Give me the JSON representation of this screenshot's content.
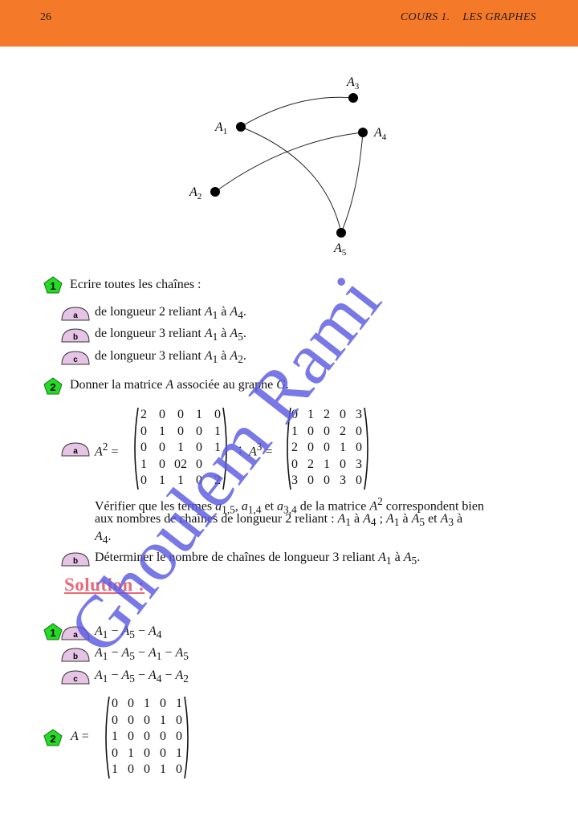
{
  "header": {
    "page_number": "26",
    "chapter": "COURS 1.",
    "chapter_title": "LES GRAPHES",
    "color": "#f47a2a"
  },
  "graph": {
    "vertices": [
      {
        "name": "A",
        "sub": "1"
      },
      {
        "name": "A",
        "sub": "2"
      },
      {
        "name": "A",
        "sub": "3"
      },
      {
        "name": "A",
        "sub": "4"
      },
      {
        "name": "A",
        "sub": "5"
      }
    ]
  },
  "q1": {
    "number": "1",
    "text": "Ecrire toutes les chaînes :",
    "items": [
      {
        "badge": "a",
        "pre": "de longueur 2 reliant ",
        "from": "A",
        "from_sub": "1",
        "mid": " à ",
        "to": "A",
        "to_sub": "4",
        "post": "."
      },
      {
        "badge": "b",
        "pre": "de longueur 3 reliant ",
        "from": "A",
        "from_sub": "1",
        "mid": " à ",
        "to": "A",
        "to_sub": "5",
        "post": "."
      },
      {
        "badge": "c",
        "pre": "de longueur 3 reliant ",
        "from": "A",
        "from_sub": "1",
        "mid": " à ",
        "to": "A",
        "to_sub": "2",
        "post": "."
      }
    ]
  },
  "q2": {
    "number": "2",
    "text_pre": "Donner la matrice ",
    "text_A": "A",
    "text_mid": " associée au graphe ",
    "text_G": "G",
    "text_post": ".",
    "a": {
      "badge": "a",
      "lhs": "A",
      "lhs_exp": "2",
      "eq": " =",
      "sep": ";",
      "lhs3": "A",
      "lhs3_exp": "3",
      "eq3": " =",
      "matrix_A2": [
        [
          "2",
          "0",
          "0",
          "1",
          "0"
        ],
        [
          "0",
          "1",
          "0",
          "0",
          "1"
        ],
        [
          "0",
          "0",
          "1",
          "0",
          "1"
        ],
        [
          "1",
          "0",
          "02",
          "0",
          ""
        ],
        [
          "0",
          "1",
          "1",
          "0",
          "2"
        ]
      ],
      "matrix_A3": [
        [
          "0",
          "1",
          "2",
          "0",
          "3"
        ],
        [
          "1",
          "0",
          "0",
          "2",
          "0"
        ],
        [
          "2",
          "0",
          "0",
          "1",
          "0"
        ],
        [
          "0",
          "2",
          "1",
          "0",
          "3"
        ],
        [
          "3",
          "0",
          "0",
          "3",
          "0"
        ]
      ],
      "verify_line1_pre": "Vérifier que les termes ",
      "verify_line1_t1": "a",
      "verify_line1_t1_sub": "1,5",
      "verify_line1_c1": ", ",
      "verify_line1_t2": "a",
      "verify_line1_t2_sub": "1,4",
      "verify_line1_c2": " et ",
      "verify_line1_t3": "a",
      "verify_line1_t3_sub": "3,4",
      "verify_line1_mid": " de la matrice ",
      "verify_line1_M": "A",
      "verify_line1_M_exp": "2",
      "verify_line1_post": " correspondent bien",
      "verify_line2_pre": "aux nombres de chaînes de longueur 2 reliant : ",
      "verify_line2_p1": "A",
      "verify_line2_p1s": "1",
      "verify_line2_a1": " à ",
      "verify_line2_p2": "A",
      "verify_line2_p2s": "4",
      "verify_line2_s1": " ; ",
      "verify_line2_p3": "A",
      "verify_line2_p3s": "1",
      "verify_line2_a2": " à ",
      "verify_line2_p4": "A",
      "verify_line2_p4s": "5",
      "verify_line2_et": " et ",
      "verify_line2_p5": "A",
      "verify_line2_p5s": "3",
      "verify_line2_a3": " à",
      "verify_line3": "A",
      "verify_line3_sub": "4",
      "verify_line3_post": "."
    },
    "b": {
      "badge": "b",
      "pre": "Déterminer le nombre de chaînes de longueur 3 reliant ",
      "from": "A",
      "from_sub": "1",
      "mid": " à ",
      "to": "A",
      "to_sub": "5",
      "post": "."
    }
  },
  "solution": {
    "title": "Solution :",
    "s1": {
      "number": "1",
      "items": [
        {
          "badge": "a",
          "chain": [
            [
              "A",
              "1"
            ],
            [
              "A",
              "5"
            ],
            [
              "A",
              "4"
            ]
          ]
        },
        {
          "badge": "b",
          "chain": [
            [
              "A",
              "1"
            ],
            [
              "A",
              "5"
            ],
            [
              "A",
              "1"
            ],
            [
              "A",
              "5"
            ]
          ]
        },
        {
          "badge": "c",
          "chain": [
            [
              "A",
              "1"
            ],
            [
              "A",
              "5"
            ],
            [
              "A",
              "4"
            ],
            [
              "A",
              "2"
            ]
          ]
        }
      ],
      "dash": " − "
    },
    "s2": {
      "number": "2",
      "lhs": "A",
      "eq": " =",
      "matrix_A": [
        [
          "0",
          "0",
          "1",
          "0",
          "1"
        ],
        [
          "0",
          "0",
          "0",
          "1",
          "0"
        ],
        [
          "1",
          "0",
          "0",
          "0",
          "0"
        ],
        [
          "0",
          "1",
          "0",
          "0",
          "1"
        ],
        [
          "1",
          "0",
          "0",
          "1",
          "0"
        ]
      ]
    }
  },
  "watermark": {
    "text": "Ghoulem Rami",
    "color": "#5a5ae0"
  },
  "colors": {
    "num_badge_fill": "#22dd22",
    "sub_badge_fill": "#e6c4e6"
  }
}
